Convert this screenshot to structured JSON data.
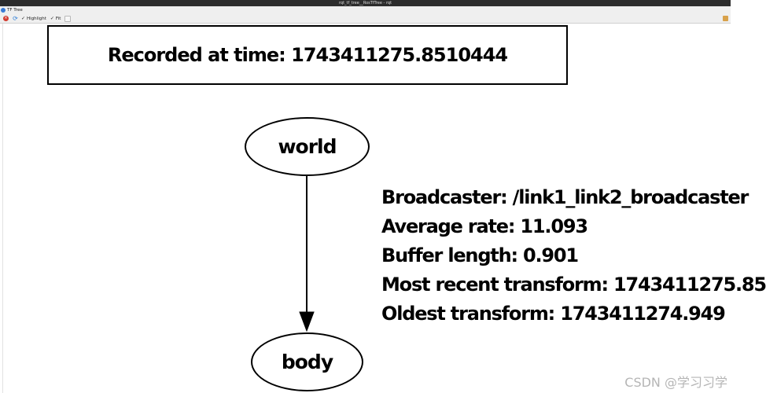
{
  "window": {
    "title": "rqt_tf_tree__RosTfTree - rqt"
  },
  "plugin": {
    "name": "TF Tree"
  },
  "toolbar": {
    "highlight_label": "Highlight",
    "highlight_checked": true,
    "fit_label": "Fit",
    "fit_checked": true,
    "check_mark": "✓"
  },
  "graph": {
    "timestamp_text": "Recorded at time: 1743411275.8510444",
    "nodes": {
      "parent": "world",
      "child": "body"
    },
    "edge": {
      "broadcaster": "Broadcaster: /link1_link2_broadcaster",
      "average_rate": "Average rate: 11.093",
      "buffer_length": "Buffer length: 0.901",
      "most_recent": "Most recent transform: 1743411275.85",
      "oldest": "Oldest transform: 1743411274.949"
    }
  },
  "watermark": "CSDN @学习习学",
  "colors": {
    "stop_button": "#d23a2f",
    "refresh_button": "#2d7fd8"
  }
}
